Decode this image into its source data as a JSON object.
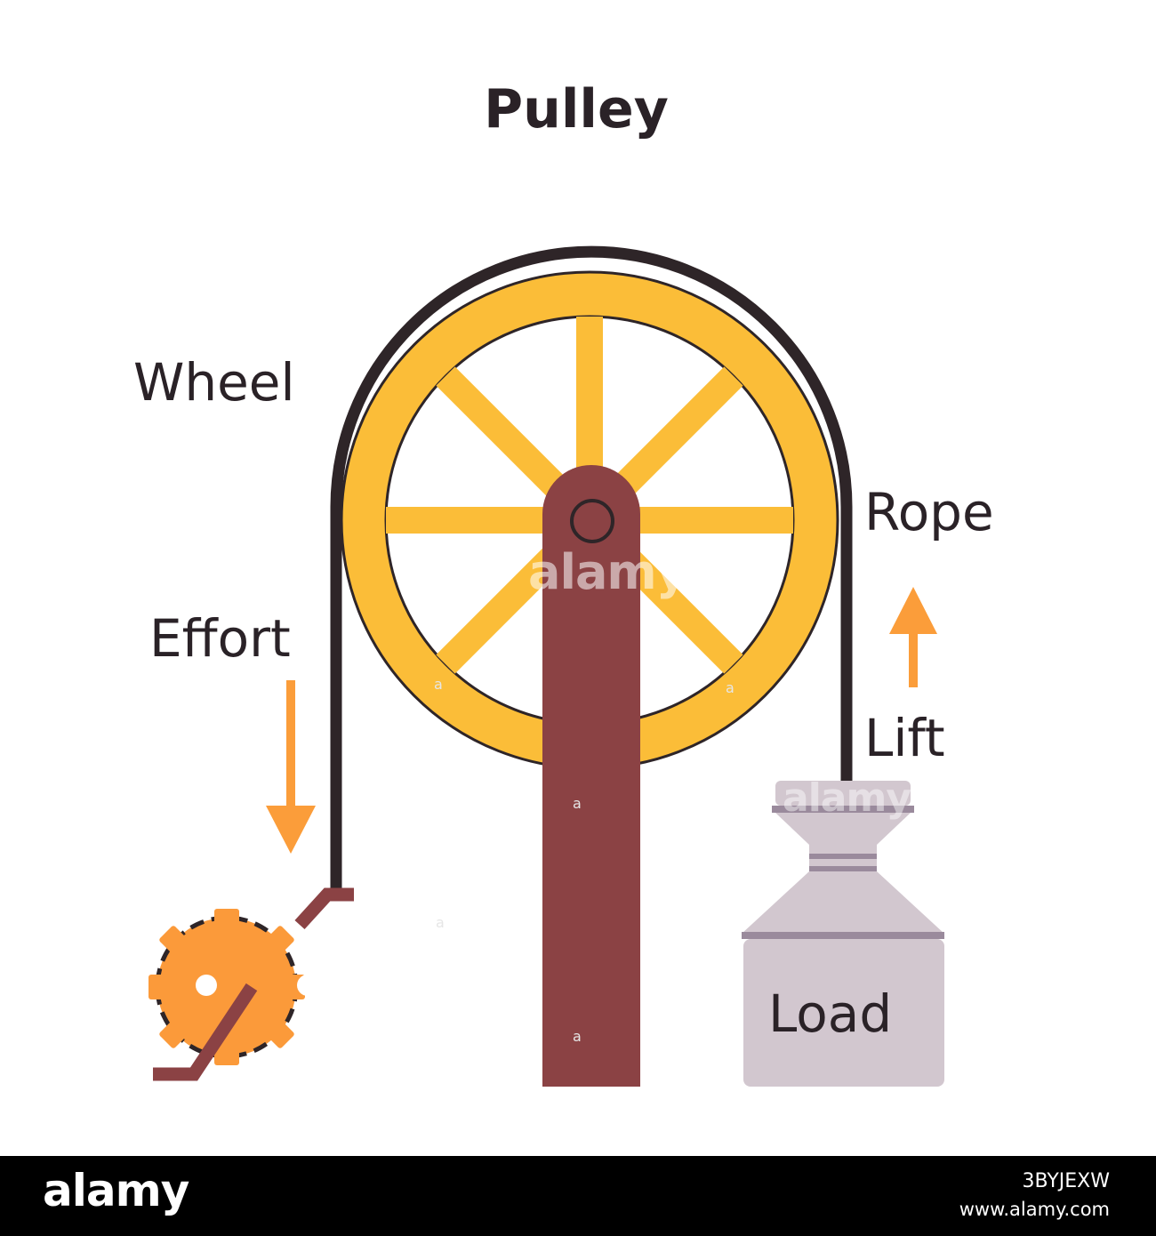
{
  "title": "Pulley",
  "labels": {
    "wheel": "Wheel",
    "rope": "Rope",
    "effort": "Effort",
    "lift": "Lift",
    "load": "Load"
  },
  "watermark": {
    "small_mark": "a",
    "big_mark": "alamy"
  },
  "footer": {
    "brand": "alamy",
    "image_code": "3BYJEXW",
    "url": "www.alamy.com"
  },
  "colors": {
    "title_text": "#2a2227",
    "wheel_rim": "#fbbd38",
    "spokes": "#fbbd38",
    "post": "#8b4244",
    "rope": "#2e2528",
    "arrow": "#fb9d3a",
    "gear": "#fb9a3a",
    "handle": "#8b4244",
    "load_body": "#d2c7cf",
    "load_band": "#9a8a9c",
    "footer_bg": "#000000"
  },
  "icons": [
    "pulley-wheel-icon",
    "support-post-icon",
    "gear-winch-icon",
    "crank-handle-icon",
    "load-weight-icon",
    "arrow-down-icon",
    "arrow-up-icon"
  ]
}
